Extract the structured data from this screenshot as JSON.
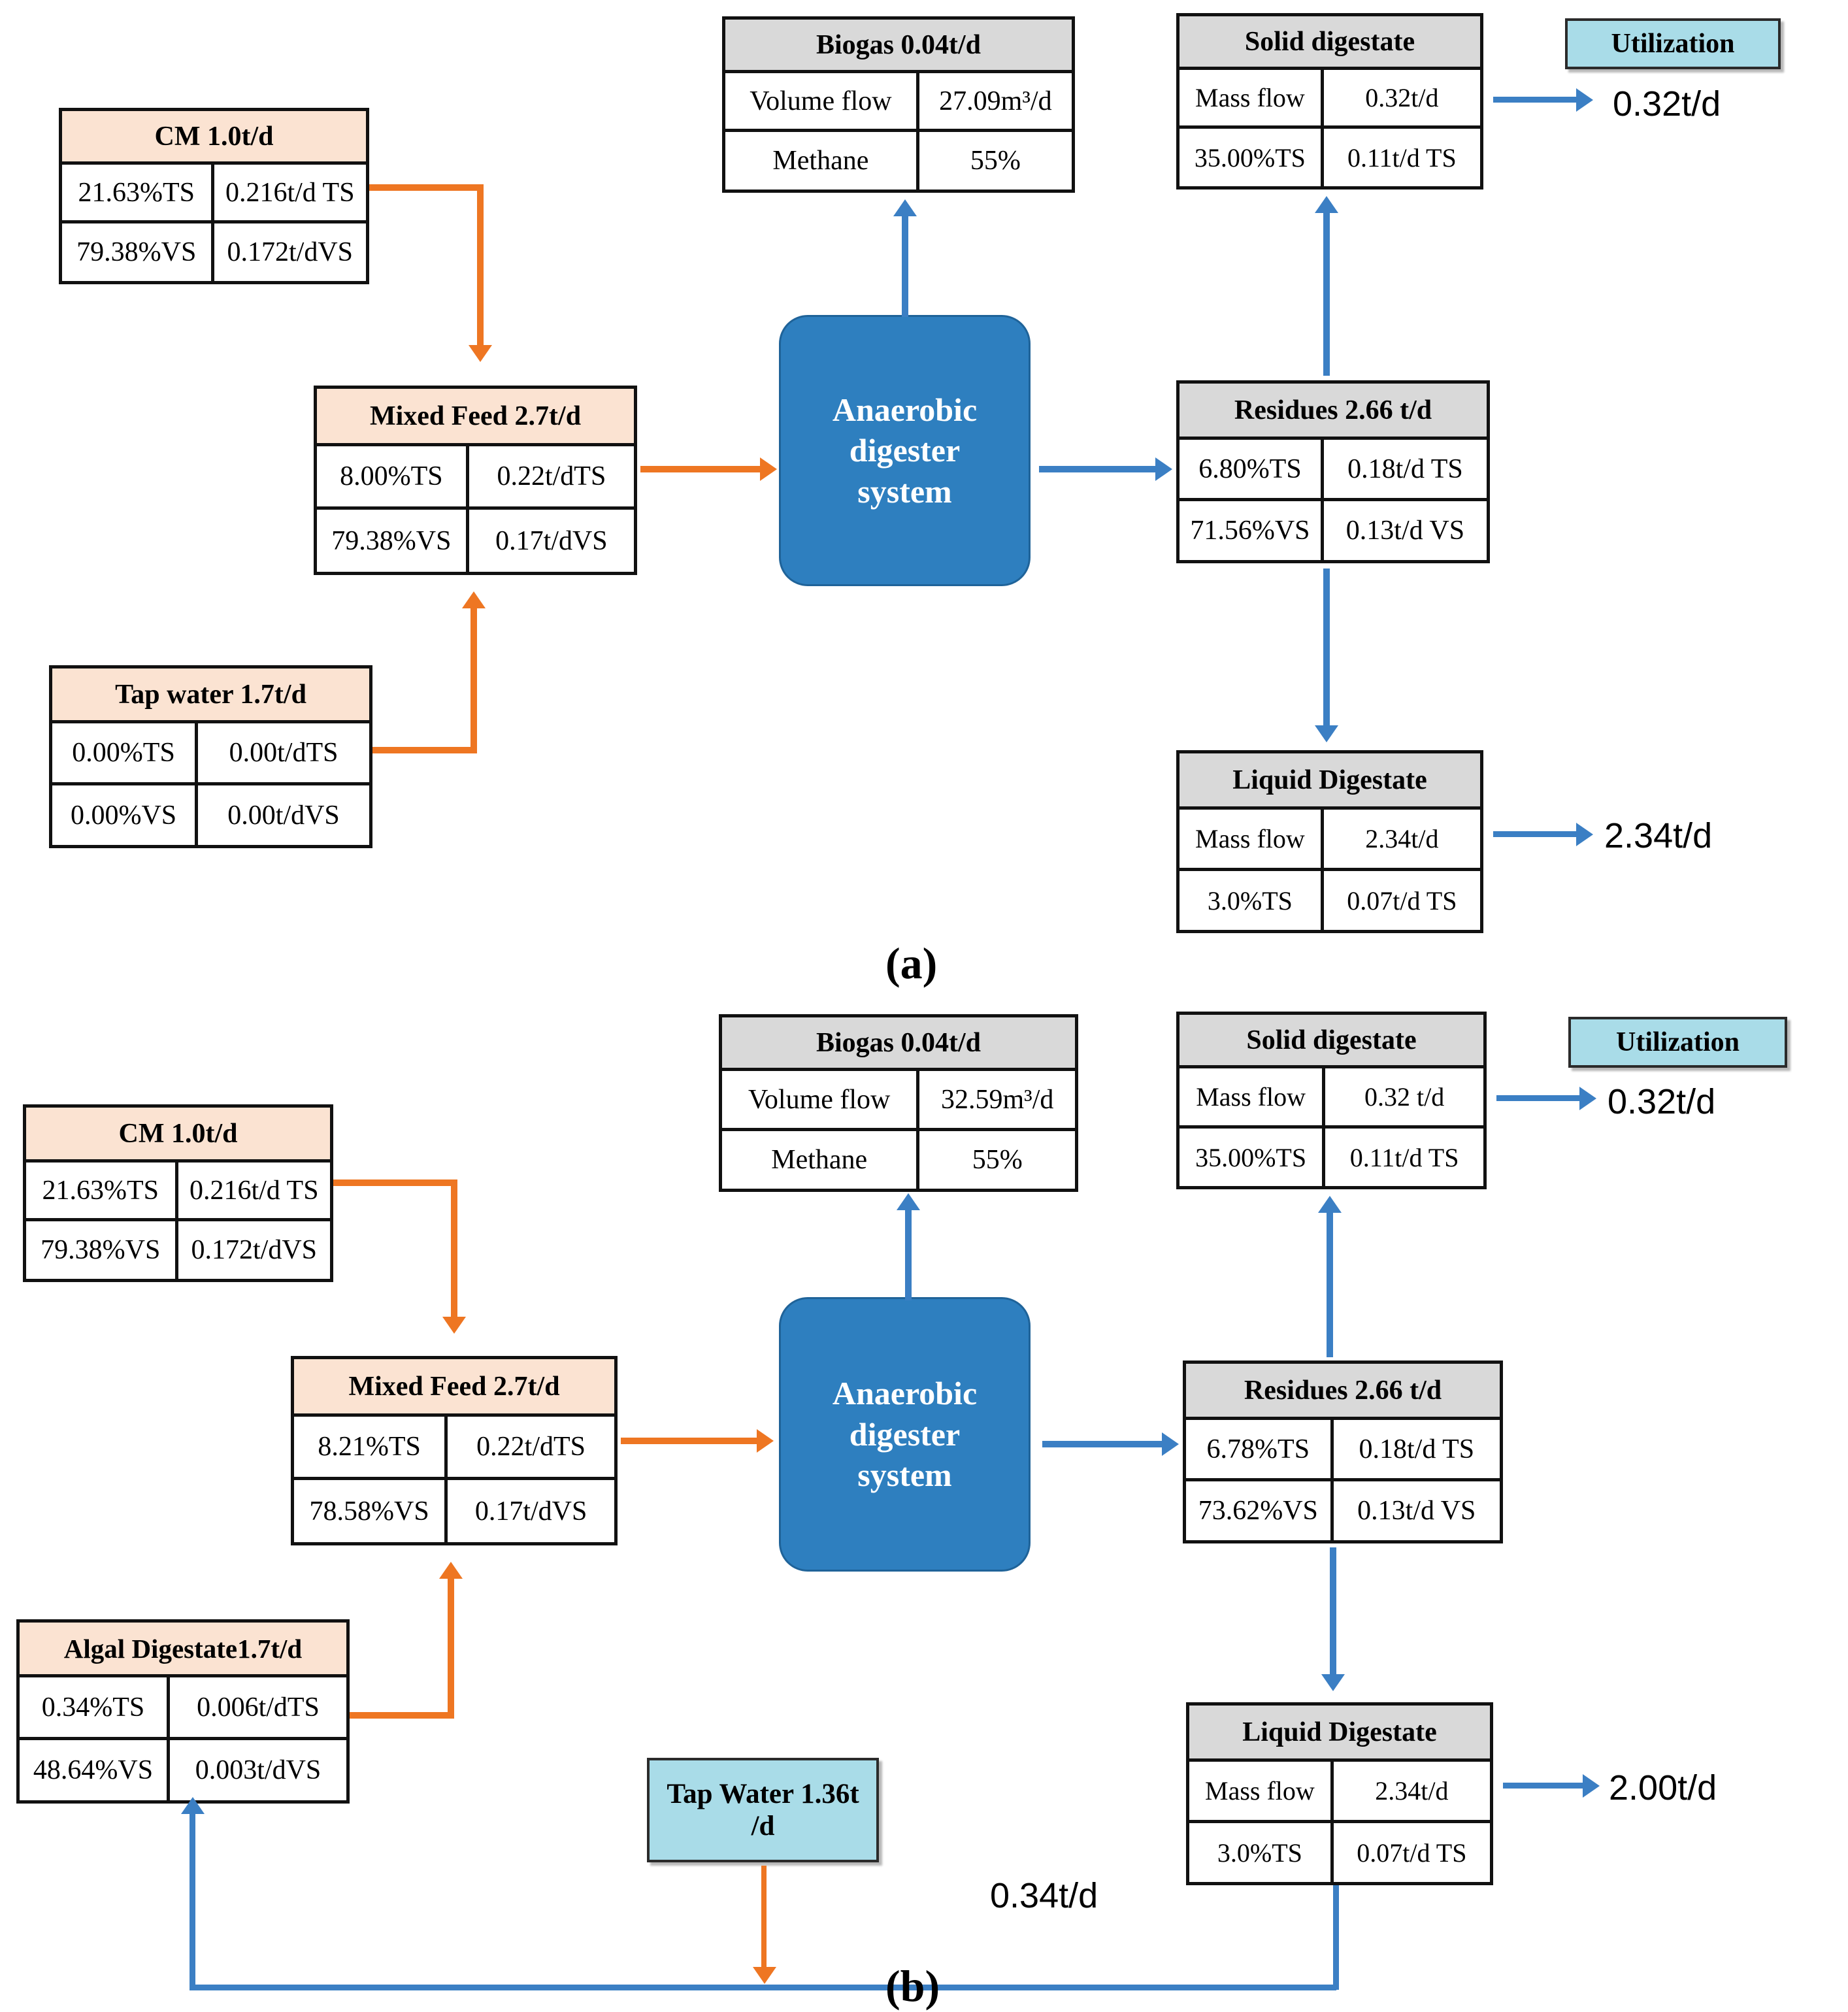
{
  "colors": {
    "peach_header": "#fbe3d2",
    "grey_header": "#d9d9d9",
    "cyan_box": "#a9dce8",
    "digester_blue": "#2e7fbf",
    "orange_arrow": "#ee7622",
    "blue_arrow": "#3b7fc4"
  },
  "panels": [
    {
      "label": "(a)"
    },
    {
      "label": "(b)"
    }
  ],
  "panel_a": {
    "cm": {
      "header": "CM   1.0t/d",
      "rows": [
        [
          "21.63%TS",
          "0.216t/d TS"
        ],
        [
          "79.38%VS",
          "0.172t/dVS"
        ]
      ]
    },
    "mixed_feed": {
      "header": "Mixed Feed   2.7t/d",
      "rows": [
        [
          "8.00%TS",
          "0.22t/dTS"
        ],
        [
          "79.38%VS",
          "0.17t/dVS"
        ]
      ]
    },
    "tap_water": {
      "header": "Tap water 1.7t/d",
      "rows": [
        [
          "0.00%TS",
          "0.00t/dTS"
        ],
        [
          "0.00%VS",
          "0.00t/dVS"
        ]
      ]
    },
    "digester": {
      "label": "Anaerobic digester system"
    },
    "biogas": {
      "header": "Biogas   0.04t/d",
      "rows": [
        [
          "Volume flow",
          "27.09m³/d"
        ],
        [
          "Methane",
          "55%"
        ]
      ]
    },
    "solid_digestate": {
      "header": "Solid digestate",
      "rows": [
        [
          "Mass flow",
          "0.32t/d"
        ],
        [
          "35.00%TS",
          "0.11t/d TS"
        ]
      ]
    },
    "residues": {
      "header": "Residues   2.66 t/d",
      "rows": [
        [
          "6.80%TS",
          "0.18t/d TS"
        ],
        [
          "71.56%VS",
          "0.13t/d VS"
        ]
      ]
    },
    "liquid_digestate": {
      "header": "Liquid Digestate",
      "rows": [
        [
          "Mass flow",
          "2.34t/d"
        ],
        [
          "3.0%TS",
          "0.07t/d TS"
        ]
      ]
    },
    "utilization": {
      "label": "Utilization"
    },
    "flow_solid_out": "0.32t/d",
    "flow_liquid_out": "2.34t/d"
  },
  "panel_b": {
    "cm": {
      "header": "CM   1.0t/d",
      "rows": [
        [
          "21.63%TS",
          "0.216t/d TS"
        ],
        [
          "79.38%VS",
          "0.172t/dVS"
        ]
      ]
    },
    "mixed_feed": {
      "header": "Mixed Feed   2.7t/d",
      "rows": [
        [
          "8.21%TS",
          "0.22t/dTS"
        ],
        [
          "78.58%VS",
          "0.17t/dVS"
        ]
      ]
    },
    "algal_digestate": {
      "header": "Algal Digestate1.7t/d",
      "rows": [
        [
          "0.34%TS",
          "0.006t/dTS"
        ],
        [
          "48.64%VS",
          "0.003t/dVS"
        ]
      ]
    },
    "tap_water": {
      "label": "Tap Water 1.36t /d"
    },
    "digester": {
      "label": "Anaerobic digester system"
    },
    "biogas": {
      "header": "Biogas   0.04t/d",
      "rows": [
        [
          "Volume flow",
          "32.59m³/d"
        ],
        [
          "Methane",
          "55%"
        ]
      ]
    },
    "solid_digestate": {
      "header": "Solid  digestate",
      "rows": [
        [
          "Mass flow",
          "0.32 t/d"
        ],
        [
          "35.00%TS",
          "0.11t/d TS"
        ]
      ]
    },
    "residues": {
      "header": "Residues   2.66 t/d",
      "rows": [
        [
          "6.78%TS",
          "0.18t/d TS"
        ],
        [
          "73.62%VS",
          "0.13t/d VS"
        ]
      ]
    },
    "liquid_digestate": {
      "header": "Liquid Digestate",
      "rows": [
        [
          "Mass flow",
          "2.34t/d"
        ],
        [
          "3.0%TS",
          "0.07t/d TS"
        ]
      ]
    },
    "utilization": {
      "label": "Utilization"
    },
    "flow_solid_out": "0.32t/d",
    "flow_liquid_out": "2.00t/d",
    "flow_recycle": "0.34t/d"
  }
}
